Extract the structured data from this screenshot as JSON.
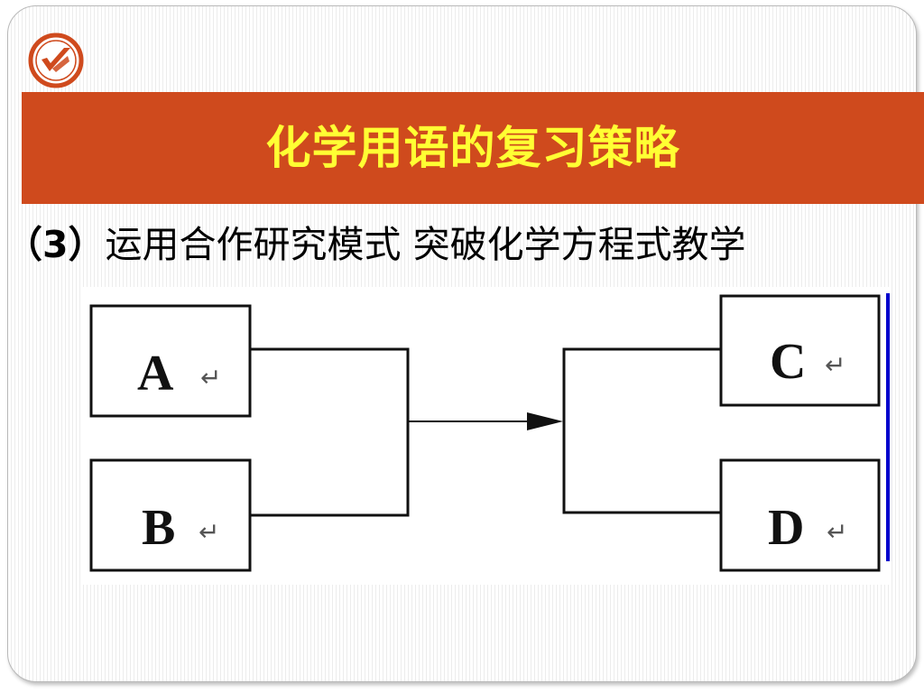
{
  "slide": {
    "title": "化学用语的复习策略",
    "subtitle_number": "（3）",
    "subtitle_text": "运用合作研究模式 突破化学方程式教学"
  },
  "logo": {
    "icon": "checkmark-emblem-icon",
    "color": "#cf4a1d"
  },
  "diagram": {
    "boxes": {
      "a": "A",
      "b": "B",
      "c": "C",
      "d": "D"
    },
    "return_mark": "↵",
    "line_color": "#111111",
    "accent_line_color": "#0000cc"
  },
  "colors": {
    "title_bar": "#cf4a1d",
    "title_text": "#ffff33"
  }
}
